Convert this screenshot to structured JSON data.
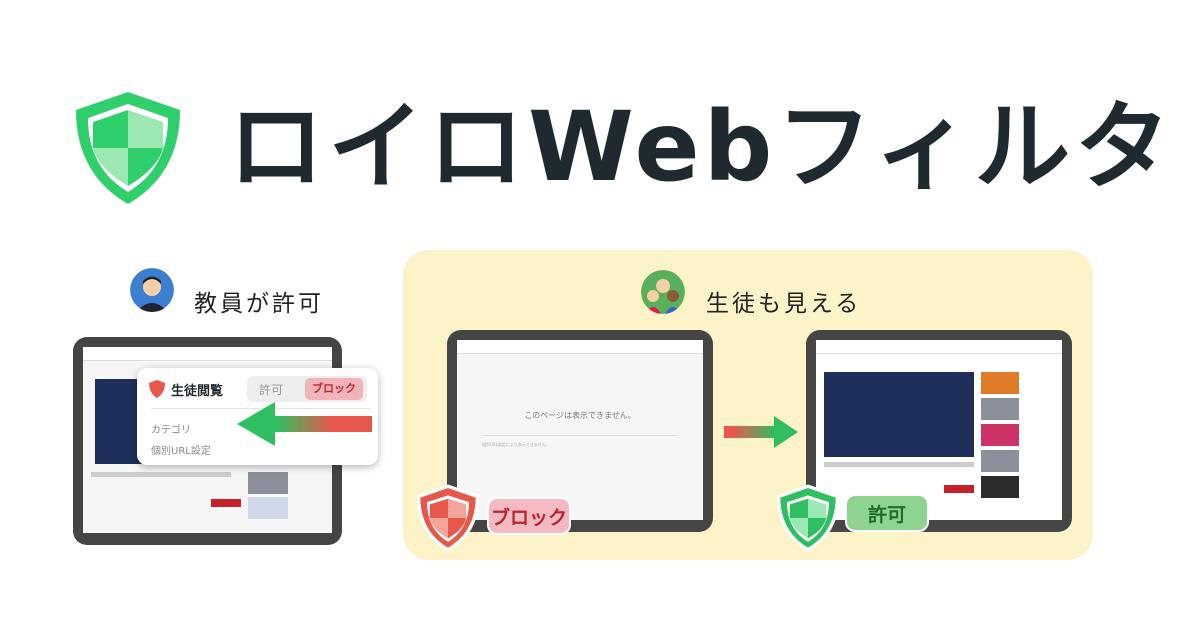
{
  "brand": {
    "title": "ロイロWebフィルタ",
    "shield_colors": [
      "#2ecc71",
      "#9be8b4"
    ]
  },
  "teacher": {
    "caption": "教員が許可"
  },
  "students": {
    "caption": "生徒も見える"
  },
  "popup": {
    "label": "生徒閲覧",
    "allow": "許可",
    "block": "ブロック",
    "menu": [
      "カテゴリ",
      "個別URL設定"
    ]
  },
  "blocked_page": {
    "message": "このページは表示できません。",
    "sub": "個別URL設定により表示できません。"
  },
  "badges": {
    "block": "ブロック",
    "allow": "許可"
  },
  "colors": {
    "green": "#2fbf60",
    "red": "#e8584a",
    "block_pill": "#f5b9c1",
    "allow_pill": "#8fd390",
    "panel": "#fdf3c8"
  }
}
